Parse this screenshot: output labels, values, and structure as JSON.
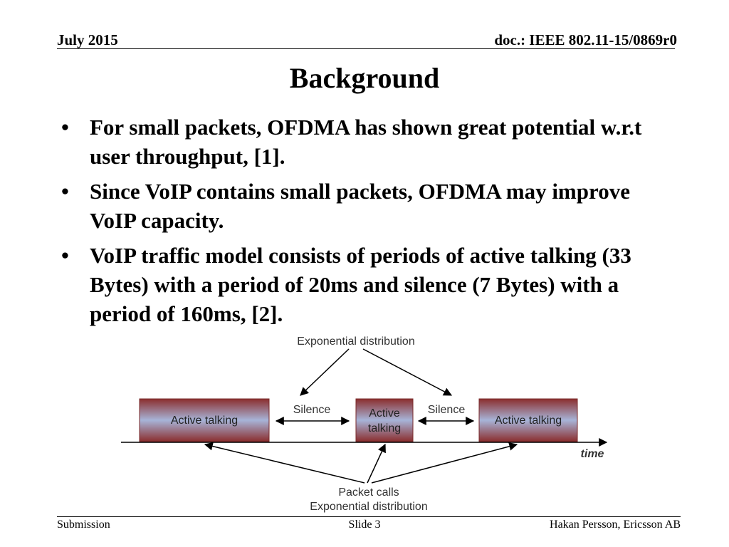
{
  "header": {
    "date": "July 2015",
    "doc_id": "doc.: IEEE 802.11-15/0869r0"
  },
  "title": "Background",
  "bullets": [
    "For small packets, OFDMA has shown great potential w.r.t user throughput, [1].",
    "Since VoIP contains small packets, OFDMA may improve VoIP capacity.",
    "VoIP traffic model consists of periods of active talking (33 Bytes) with a period of 20ms and silence (7 Bytes) with a period of 160ms, [2]."
  ],
  "diagram": {
    "top_label": "Exponential distribution",
    "blocks": {
      "left": "Active talking",
      "middle_line1": "Active",
      "middle_line2": "talking",
      "right": "Active talking"
    },
    "silence_left": "Silence",
    "silence_right": "Silence",
    "axis_label": "time",
    "bottom_label_line1": "Packet calls",
    "bottom_label_line2": "Exponential distribution",
    "colors": {
      "block_dark": "#8b2e2e",
      "block_light": "#a7b4d8",
      "line": "#000000"
    }
  },
  "footer": {
    "left": "Submission",
    "center": "Slide 3",
    "right": "Hakan Persson, Ericsson AB"
  }
}
